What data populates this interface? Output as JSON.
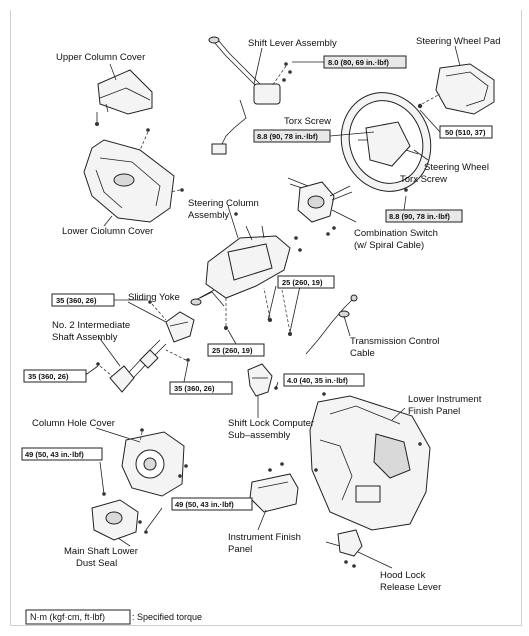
{
  "labels": {
    "upper_column_cover": "Upper Column Cover",
    "shift_lever_assembly": "Shift Lever Assembly",
    "steering_wheel_pad": "Steering Wheel Pad",
    "torx_screw_1": "Torx Screw",
    "torx_screw_2": "Torx Screw",
    "steering_wheel": "Steering Wheel",
    "steering_column_assembly_1": "Steering Column",
    "steering_column_assembly_2": "Assembly",
    "lower_column_cover": "Lower Ciolumn Cover",
    "combination_switch_1": "Combination Switch",
    "combination_switch_2": "(w/ Spiral Cable)",
    "sliding_yoke": "Sliding Yoke",
    "no2_shaft_1": "No. 2 Intermediate",
    "no2_shaft_2": "Shaft Assembly",
    "transmission_cable_1": "Transmission Control",
    "transmission_cable_2": "Cable",
    "shift_lock_1": "Shift Lock Computer",
    "shift_lock_2": "Sub–assembly",
    "column_hole_cover": "Column Hole Cover",
    "lower_instrument_panel_1": "Lower Instrument",
    "lower_instrument_panel_2": "Finish Panel",
    "main_shaft_seal_1": "Main Shaft Lower",
    "main_shaft_seal_2": "Dust Seal",
    "instrument_finish_panel_1": "Instrument Finish",
    "instrument_finish_panel_2": "Panel",
    "hood_lock_lever_1": "Hood Lock",
    "hood_lock_lever_2": "Release Lever"
  },
  "torques": {
    "shift_lever": "8.0 (80, 69 in.·lbf)",
    "wheel_pad": "50 (510, 37)",
    "torx_upper": "8.8 (90, 78 in.·lbf)",
    "torx_lower": "8.8 (90, 78 in.·lbf)",
    "sliding_yoke": "35 (360, 26)",
    "column_mount_1": "25 (260, 19)",
    "column_mount_2": "25 (260, 19)",
    "shaft_left": "35 (360, 26)",
    "shaft_right": "35 (360, 26)",
    "shift_lock": "4.0 (40, 35 in.·lbf)",
    "hole_cover_left": "49 (50, 43 in.·lbf)",
    "hole_cover_right": "49 (50, 43 in.·lbf)"
  },
  "legend": {
    "unit": "N·m (kgf·cm, ft·lbf)",
    "description": ": Specified torque"
  }
}
